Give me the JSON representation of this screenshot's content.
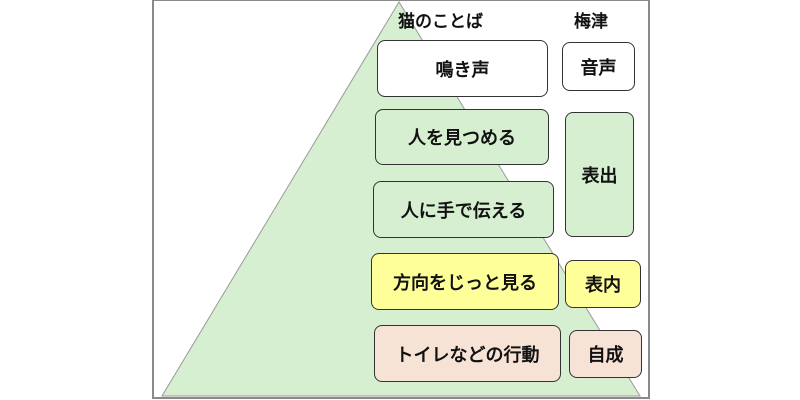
{
  "headers": {
    "left": "猫のことば",
    "right": "梅津"
  },
  "cat_language": [
    {
      "label": "鳴き声",
      "color": "#ffffff"
    },
    {
      "label": "人を見つめる",
      "color": "#d6efd0"
    },
    {
      "label": "人に手で伝える",
      "color": "#d6efd0"
    },
    {
      "label": "方向をじっと見る",
      "color": "#ffff99"
    },
    {
      "label": "トイレなどの行動",
      "color": "#f7e2d6"
    }
  ],
  "umezu": [
    {
      "label": "音声",
      "color": "#ffffff"
    },
    {
      "label": "表出",
      "color": "#d6efd0"
    },
    {
      "label": "表内",
      "color": "#ffff99"
    },
    {
      "label": "自成",
      "color": "#f7e2d6"
    }
  ],
  "pyramid_color": "#d6efd0"
}
